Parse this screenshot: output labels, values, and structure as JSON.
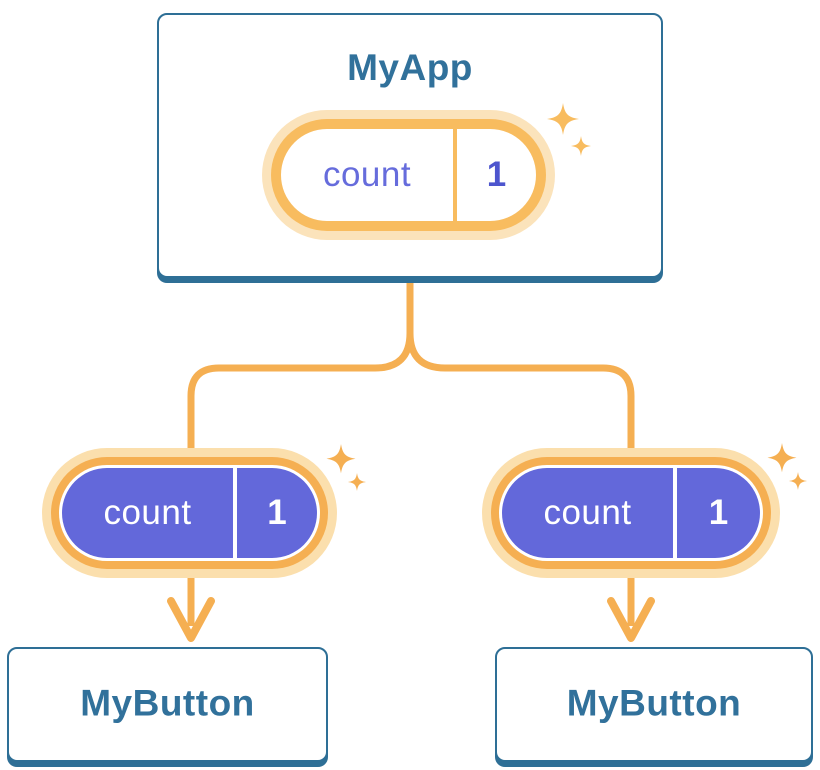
{
  "tree": {
    "root": {
      "title": "MyApp",
      "state": {
        "name": "count",
        "value": "1"
      }
    },
    "children": [
      {
        "title": "MyButton",
        "state": {
          "name": "count",
          "value": "1"
        }
      },
      {
        "title": "MyButton",
        "state": {
          "name": "count",
          "value": "1"
        }
      }
    ]
  },
  "icons": {
    "sparkle": "four-point-star ✦"
  },
  "colors": {
    "card_border_blue": "#2E6F96",
    "title_text_blue": "#31719B",
    "accent_orange": "#F5AF52",
    "accent_orange_bright": "#F8BC5F",
    "ring_light_orange": "#FBDFAD",
    "state_pill_purple": "#6368DA",
    "state_name_purple": "#666CDC",
    "state_value_purple": "#4D55CE",
    "pill_text_white": "#FFFFFF",
    "background": "#FFFFFF"
  }
}
